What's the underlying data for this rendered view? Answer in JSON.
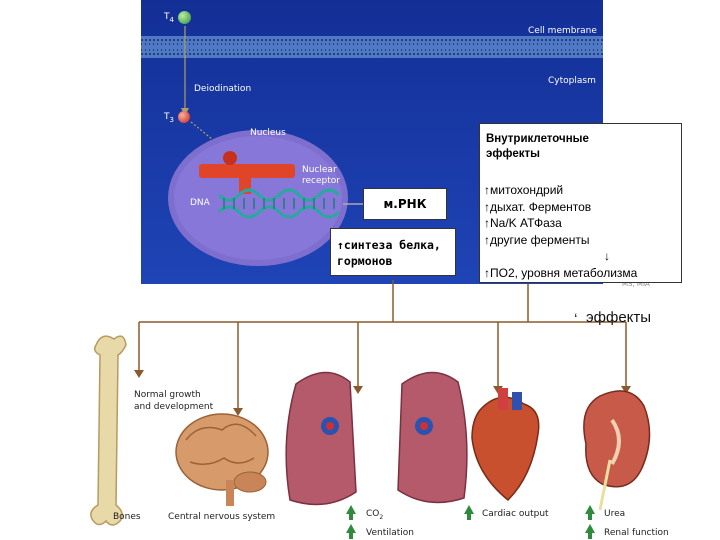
{
  "labels": {
    "t4": "T",
    "t4_sub": "4",
    "t3": "T",
    "t3_sub": "3",
    "cell_membrane": "Cell membrane",
    "cytoplasm": "Cytoplasm",
    "deiodination": "Deiodination",
    "nucleus": "Nucleus",
    "nuclear_receptor_1": "Nuclear",
    "nuclear_receptor_2": "receptor",
    "dna": "DNA",
    "credit": "MS, MIA"
  },
  "boxes": {
    "mrna": "м.РНК",
    "synthesis": "↑синтеза белка, гормонов",
    "intracellular_title": "Внутриклеточные эффекты",
    "effects_lines": [
      "↑митохондрий",
      "↑дыхат. Ферментов",
      "↑Na/K АТФаза",
      "↑другие ферменты",
      "↓",
      "↑ПО2, уровня метаболизма"
    ]
  },
  "effects_label": "эффекты",
  "effects_mark": "ʻ",
  "organs": {
    "growth_1": "Normal growth",
    "growth_2": "and development",
    "bones": "Bones",
    "cns": "Central nervous system",
    "co2": "CO",
    "co2_sub": "2",
    "ventilation": "Ventilation",
    "cardiac": "Cardiac output",
    "urea": "Urea",
    "renal": "Renal function"
  },
  "colors": {
    "panel_bg": "#1a3aa8",
    "arrow_green": "#2e8b3d",
    "line_brown": "#8a5a2b"
  }
}
